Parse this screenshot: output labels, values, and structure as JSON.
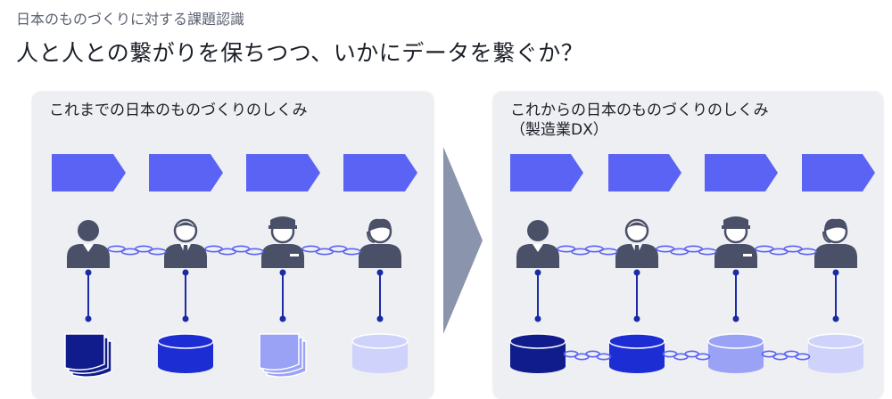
{
  "header": {
    "kicker": "日本のものづくりに対する課題認識",
    "title": "人と人との繋がりを保ちつつ、いかにデータを繋ぐか？"
  },
  "panels": {
    "left": {
      "label": "これまでの日本のものづくりのしくみ",
      "figures": [
        "businessman-icon",
        "tie-worker-icon",
        "cap-worker-icon",
        "headset-worker-icon"
      ],
      "data_stores": [
        "document-stack-icon",
        "database-icon",
        "document-stack-icon",
        "database-icon"
      ],
      "data_connected": false
    },
    "right": {
      "label": "これからの日本のものづくりのしくみ",
      "sublabel": "（製造業DX）",
      "figures": [
        "businessman-icon",
        "tie-worker-icon",
        "cap-worker-icon",
        "headset-worker-icon"
      ],
      "data_stores": [
        "database-icon",
        "database-icon",
        "database-icon",
        "database-icon"
      ],
      "data_connected": true
    }
  },
  "colors": {
    "process_arrow": "#5b63f5",
    "person": "#4a5068",
    "link": "#5b63f5",
    "connector": "#1b2aa6",
    "store_shades": [
      "#101c8c",
      "#1d2dd4",
      "#9aa2f5",
      "#cfd3fb"
    ],
    "transition_arrow": "#8b94ad"
  }
}
